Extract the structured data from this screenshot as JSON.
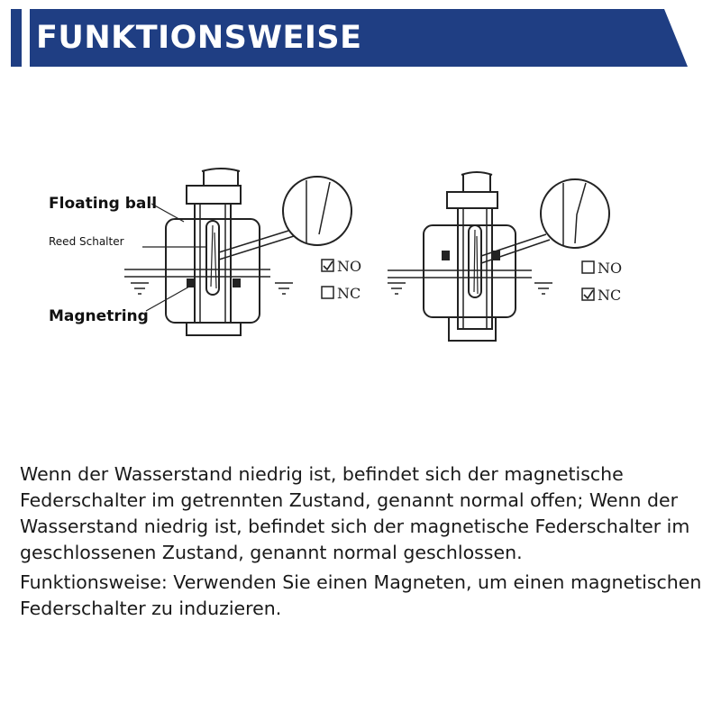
{
  "header": {
    "title": "FUNKTIONSWEISE",
    "accent_color": "#1f3e83"
  },
  "diagram": {
    "labels": {
      "floating_ball": "Floating ball",
      "reed_switch": "Reed Schalter",
      "magnet_ring": "Magnetring"
    },
    "left_state": {
      "no_label": "NO",
      "nc_label": "NC",
      "checked": "NO"
    },
    "right_state": {
      "no_label": "NO",
      "nc_label": "NC",
      "checked": "NC"
    }
  },
  "description": {
    "paragraph1": "Wenn der Wasserstand niedrig ist, befindet sich der magnetische Federschalter im getrennten Zustand, genannt normal offen; Wenn der Wasserstand niedrig ist, befindet sich der magnetische Federschalter im geschlossenen Zustand, genannt normal geschlossen.",
    "paragraph2": "Funktionsweise: Verwenden Sie einen Magneten, um einen magnetischen Federschalter zu induzieren."
  }
}
